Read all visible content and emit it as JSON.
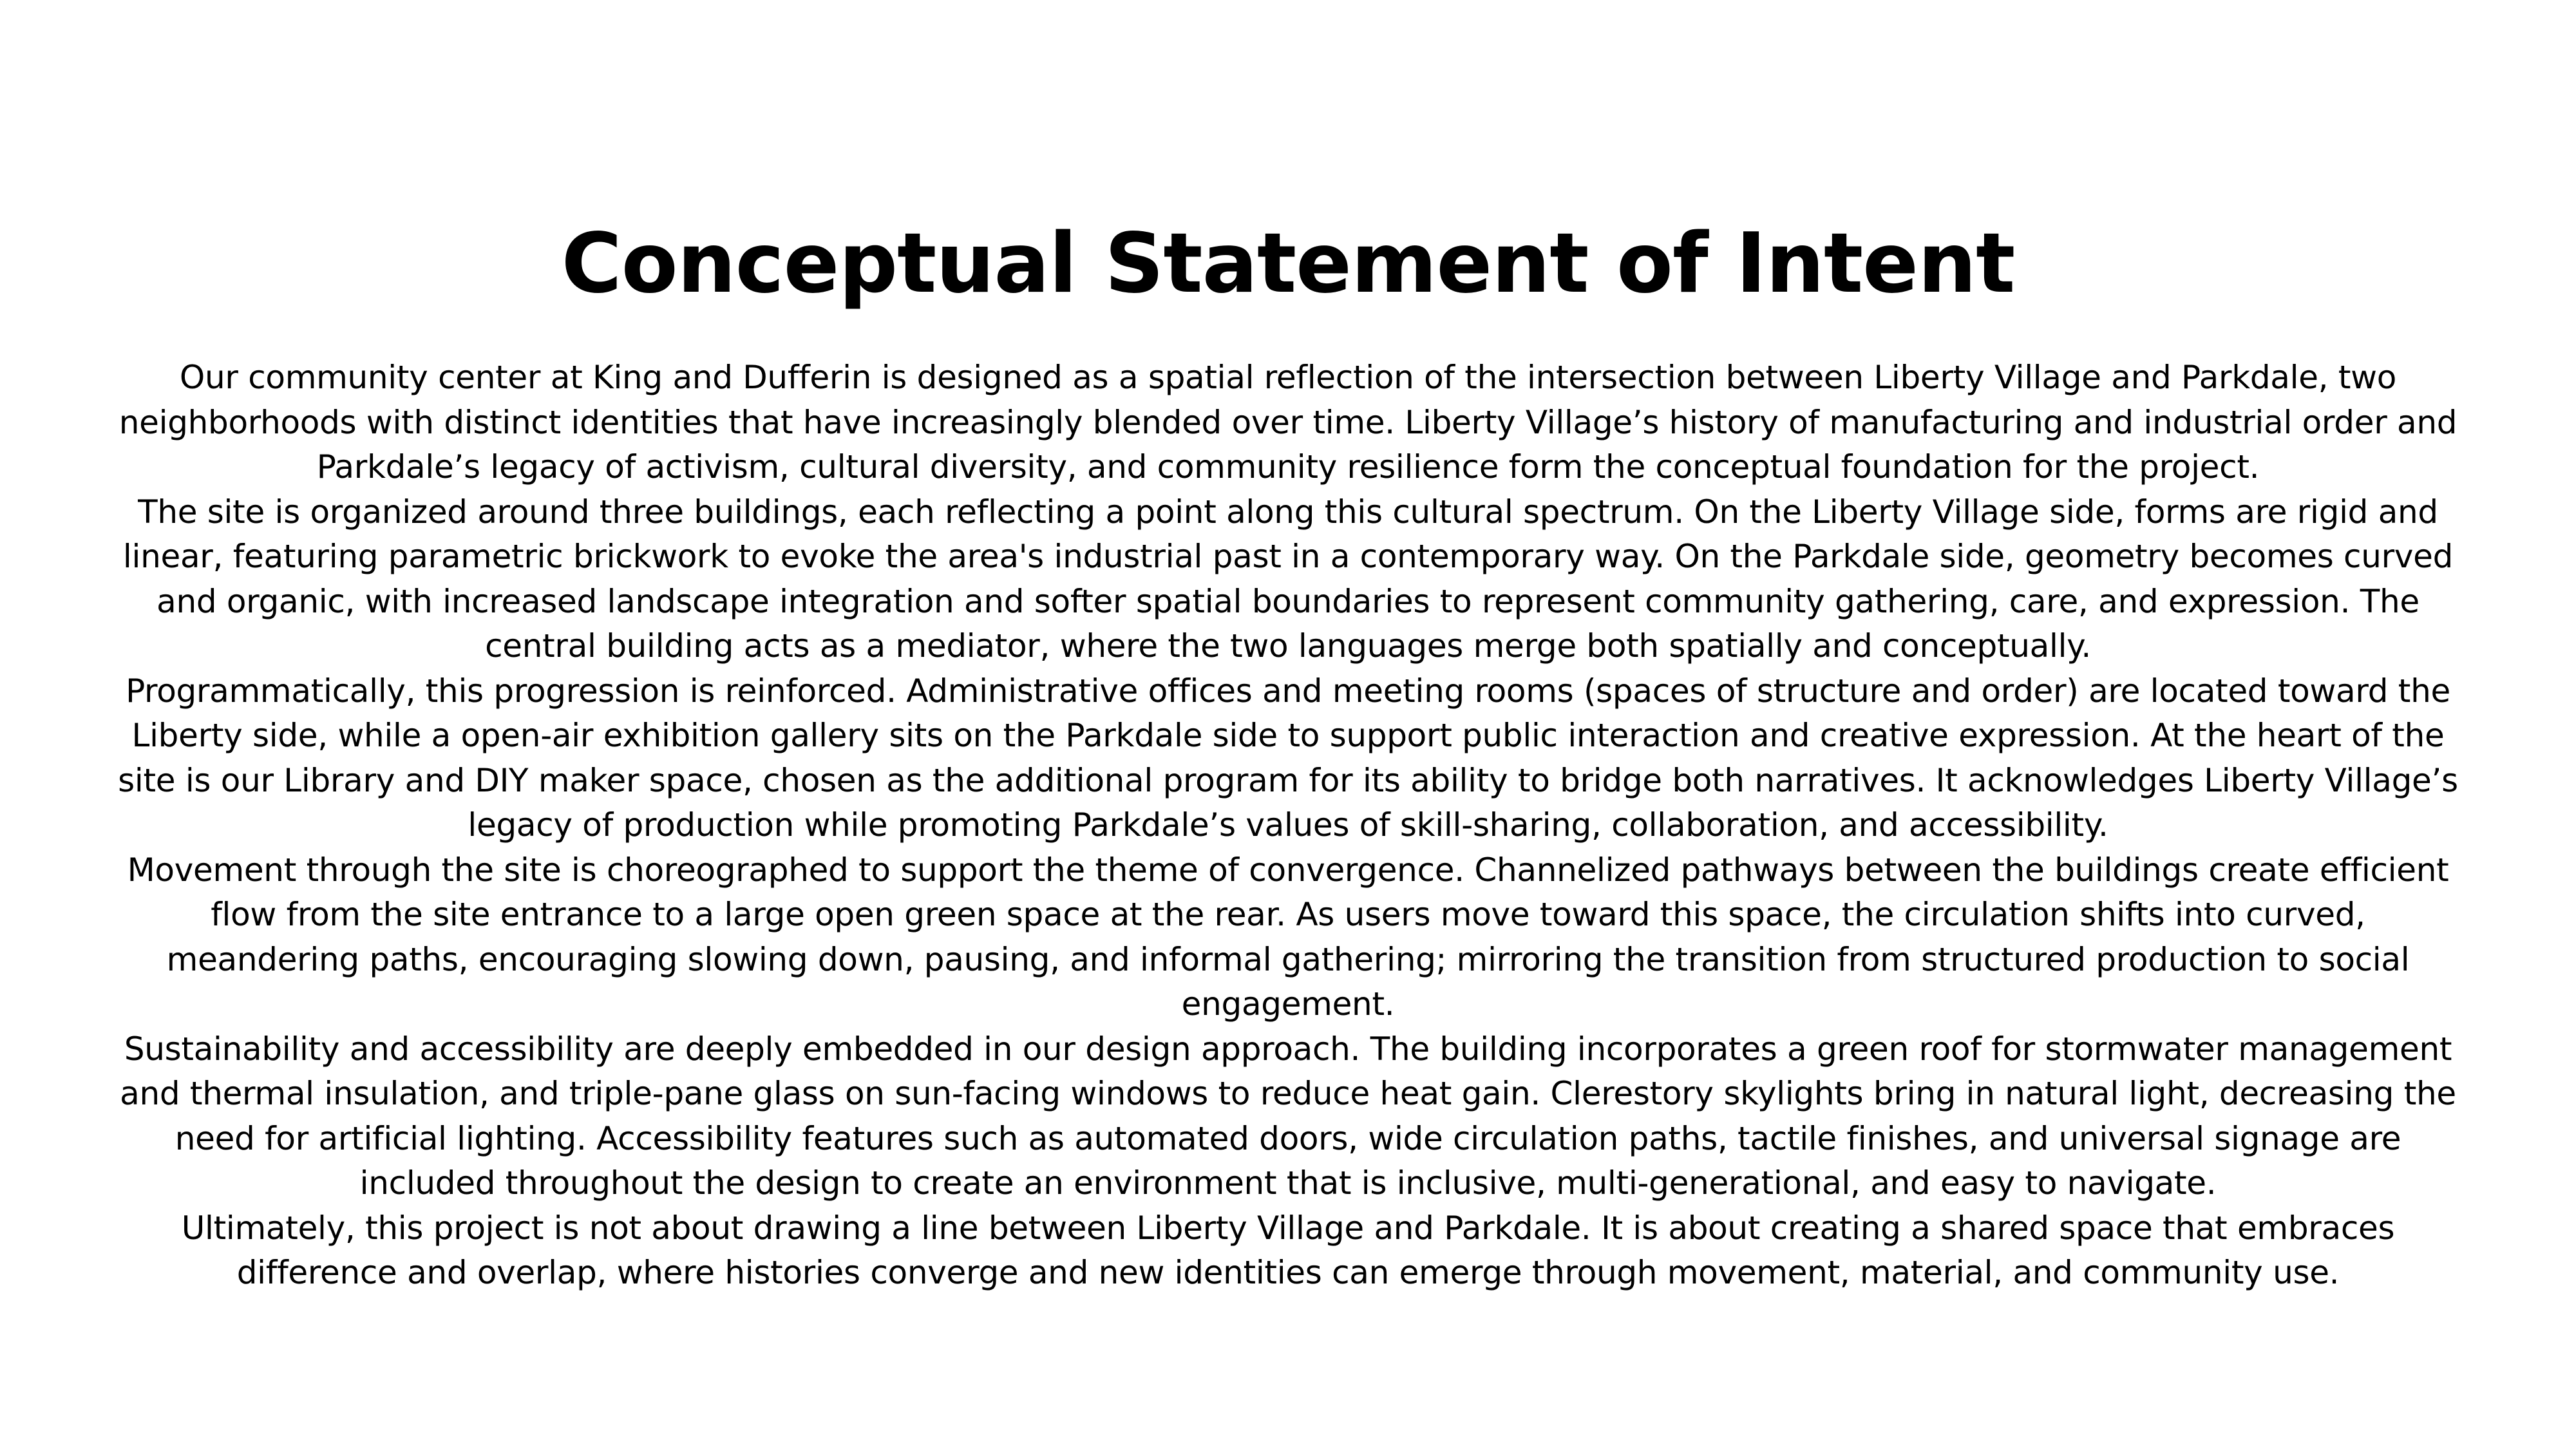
{
  "title": "Conceptual Statement of Intent",
  "paragraphs": [
    "Our community center at King and Dufferin is designed as a spatial reflection of the intersection between Liberty Village and Parkdale, two neighborhoods with distinct identities that have increasingly blended over time. Liberty Village’s history of manufacturing and industrial order and Parkdale’s legacy of activism, cultural diversity, and community resilience form the conceptual foundation for the project.",
    "The site is organized around three buildings, each reflecting a point along this cultural spectrum. On the Liberty Village side, forms are rigid and linear, featuring parametric brickwork to evoke the area's industrial past in a contemporary way. On the Parkdale side, geometry becomes curved and organic, with increased landscape integration and softer spatial boundaries to represent community gathering, care, and expression. The central building acts as a mediator, where the two languages merge both spatially and conceptually.",
    "Programmatically, this progression is reinforced. Administrative offices and meeting rooms (spaces of structure and order) are located toward the Liberty side, while a open-air exhibition gallery sits on the Parkdale side to support public interaction and creative expression. At the heart of the site is our Library and DIY maker space, chosen as the additional program for its ability to bridge both narratives. It acknowledges Liberty Village’s legacy of production while promoting Parkdale’s values of skill-sharing, collaboration, and accessibility.",
    "Movement through the site is choreographed to support the theme of convergence. Channelized pathways between the buildings create efficient flow from the site entrance to a large open green space at the rear. As users move toward this space, the circulation shifts into curved, meandering paths, encouraging slowing down, pausing, and informal gathering; mirroring the transition from structured production to social engagement.",
    "Sustainability and accessibility are deeply embedded in our design approach. The building incorporates a green roof for stormwater management and thermal insulation, and triple-pane glass on sun-facing windows to reduce heat gain. Clerestory skylights bring in natural light, decreasing the need for artificial lighting. Accessibility features such as automated doors, wide circulation paths, tactile finishes, and universal signage are included throughout the design to create an environment that is inclusive, multi-generational, and easy to navigate.",
    "Ultimately, this project is not about drawing a line between Liberty Village and Parkdale. It is about creating a shared space that embraces difference and overlap, where histories converge and new identities can emerge through movement, material, and community use."
  ]
}
